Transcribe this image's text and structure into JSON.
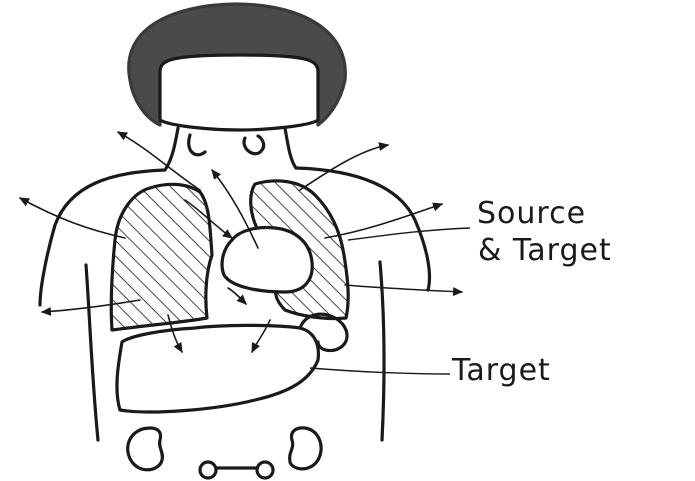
{
  "labels": {
    "source_line1": "Source",
    "source_line2": "& Target",
    "target": "Target"
  },
  "colors": {
    "ink": "#1a1a1a",
    "hair": "#3a3a3a",
    "background": "#ffffff"
  }
}
